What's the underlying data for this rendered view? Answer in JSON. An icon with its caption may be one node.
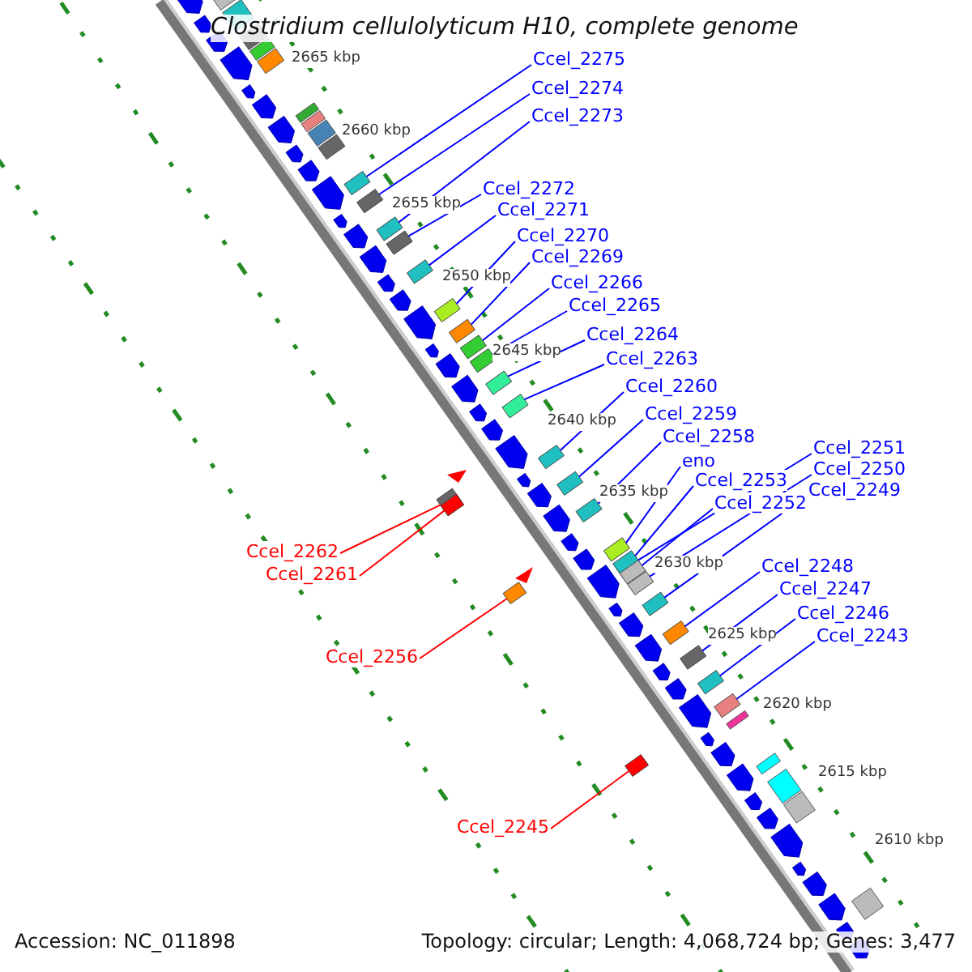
{
  "diagram": {
    "title": "Clostridium cellulolyticum H10, complete genome",
    "nodes": [
      {
        "text": [
          "Ccel_2275"
        ]
      },
      {
        "text": [
          "Ccel_2274"
        ]
      },
      {
        "text": [
          "Ccel_2273"
        ]
      },
      {
        "text": [
          "Ccel_2272"
        ]
      },
      {
        "text": [
          "Ccel_2271"
        ]
      },
      {
        "text": [
          "Ccel_2270"
        ]
      },
      {
        "text": [
          "Ccel_2269"
        ]
      },
      {
        "text": [
          "Ccel_2266"
        ]
      },
      {
        "text": [
          "Ccel_2265"
        ]
      },
      {
        "text": [
          "Ccel_2264"
        ]
      },
      {
        "text": [
          "Ccel_2263"
        ]
      },
      {
        "text": [
          "Ccel_2260"
        ]
      },
      {
        "text": [
          "Ccel_2259"
        ]
      },
      {
        "text": [
          "Ccel_2258"
        ]
      },
      {
        "text": [
          "Ccel_2251"
        ]
      },
      {
        "text": [
          "eno"
        ]
      },
      {
        "text": [
          "Ccel_2250"
        ]
      },
      {
        "text": [
          "Ccel_2253"
        ]
      },
      {
        "text": [
          "Ccel_2249"
        ]
      },
      {
        "text": [
          "Ccel_2252"
        ]
      },
      {
        "text": [
          "Ccel_2262"
        ]
      },
      {
        "text": [
          "Ccel_2248"
        ]
      },
      {
        "text": [
          "Ccel_2261"
        ]
      },
      {
        "text": [
          "Ccel_2247"
        ]
      },
      {
        "text": [
          "Ccel_2246"
        ]
      },
      {
        "text": [
          "Ccel_2243"
        ]
      },
      {
        "text": [
          "Ccel_2256"
        ]
      },
      {
        "text": [
          "Ccel_2245"
        ]
      },
      {
        "text": [],
        "shape": "box"
      },
      {
        "text": [],
        "shape": "box"
      },
      {
        "text": [],
        "shape": "box"
      },
      {
        "text": [],
        "shape": "box"
      },
      {
        "text": [],
        "shape": "box"
      },
      {
        "text": [],
        "shape": "box"
      },
      {
        "text": [],
        "shape": "box"
      },
      {
        "text": [],
        "shape": "box"
      },
      {
        "text": [],
        "shape": "box"
      },
      {
        "text": [],
        "shape": "box"
      },
      {
        "text": [],
        "shape": "box"
      },
      {
        "text": [],
        "shape": "box"
      },
      {
        "text": [],
        "shape": "box"
      },
      {
        "text": [],
        "shape": "box"
      },
      {
        "text": [],
        "shape": "box"
      },
      {
        "text": [],
        "shape": "box"
      },
      {
        "text": [],
        "shape": "box"
      },
      {
        "text": [],
        "shape": "box"
      },
      {
        "text": [],
        "shape": "box"
      },
      {
        "text": [],
        "shape": "box"
      },
      {
        "text": [],
        "shape": "box"
      },
      {
        "text": [],
        "shape": "box"
      },
      {
        "text": [],
        "shape": "box"
      },
      {
        "text": [],
        "shape": "box"
      },
      {
        "text": [],
        "shape": "box"
      },
      {
        "text": [],
        "shape": "box"
      },
      {
        "text": [],
        "shape": "box"
      },
      {
        "text": [],
        "shape": "box"
      }
    ],
    "edges": [
      {
        "from": 0,
        "to": 28,
        "arrow": "none"
      },
      {
        "from": 1,
        "to": 29,
        "arrow": "none"
      },
      {
        "from": 2,
        "to": 30,
        "arrow": "none"
      },
      {
        "from": 3,
        "to": 31,
        "arrow": "none"
      },
      {
        "from": 4,
        "to": 32,
        "arrow": "none"
      },
      {
        "from": 5,
        "to": 33,
        "arrow": "none"
      },
      {
        "from": 6,
        "to": 34,
        "arrow": "none"
      },
      {
        "from": 7,
        "to": 35,
        "arrow": "none"
      },
      {
        "from": 8,
        "to": 36,
        "arrow": "none"
      },
      {
        "from": 9,
        "to": 37,
        "arrow": "none"
      },
      {
        "from": 10,
        "to": 38,
        "arrow": "none"
      },
      {
        "from": 11,
        "to": 39,
        "arrow": "none"
      },
      {
        "from": 12,
        "to": 40,
        "arrow": "none"
      },
      {
        "from": 13,
        "to": 41,
        "arrow": "none"
      },
      {
        "from": 14,
        "to": 42,
        "arrow": "none"
      },
      {
        "from": 15,
        "to": 43,
        "arrow": "none"
      },
      {
        "from": 16,
        "to": 44,
        "arrow": "none"
      },
      {
        "from": 17,
        "to": 45,
        "arrow": "none"
      },
      {
        "from": 18,
        "to": 46,
        "arrow": "none"
      },
      {
        "from": 19,
        "to": 47,
        "arrow": "none"
      },
      {
        "from": 20,
        "to": 48,
        "arrow": "none",
        "color": "#ff0000"
      },
      {
        "from": 21,
        "to": 49,
        "arrow": "none"
      },
      {
        "from": 22,
        "to": 50,
        "arrow": "none",
        "color": "#ff0000"
      },
      {
        "from": 23,
        "to": 51,
        "arrow": "none"
      },
      {
        "from": 24,
        "to": 52,
        "arrow": "none"
      },
      {
        "from": 25,
        "to": 53,
        "arrow": "none"
      },
      {
        "from": 26,
        "to": 54,
        "arrow": "none",
        "color": "#ff0000"
      },
      {
        "from": 27,
        "to": 55,
        "arrow": "none",
        "color": "#ff0000"
      }
    ],
    "labels": [
      "2665 kbp",
      "2660 kbp",
      "2655 kbp",
      "2650 kbp",
      "2645 kbp",
      "2640 kbp",
      "2635 kbp",
      "2630 kbp",
      "2625 kbp",
      "2620 kbp",
      "2615 kbp",
      "2610 kbp",
      "Accession: NC_011898",
      "Topology: circular; Length: 4,068,724 bp; Genes: 3,477"
    ]
  }
}
